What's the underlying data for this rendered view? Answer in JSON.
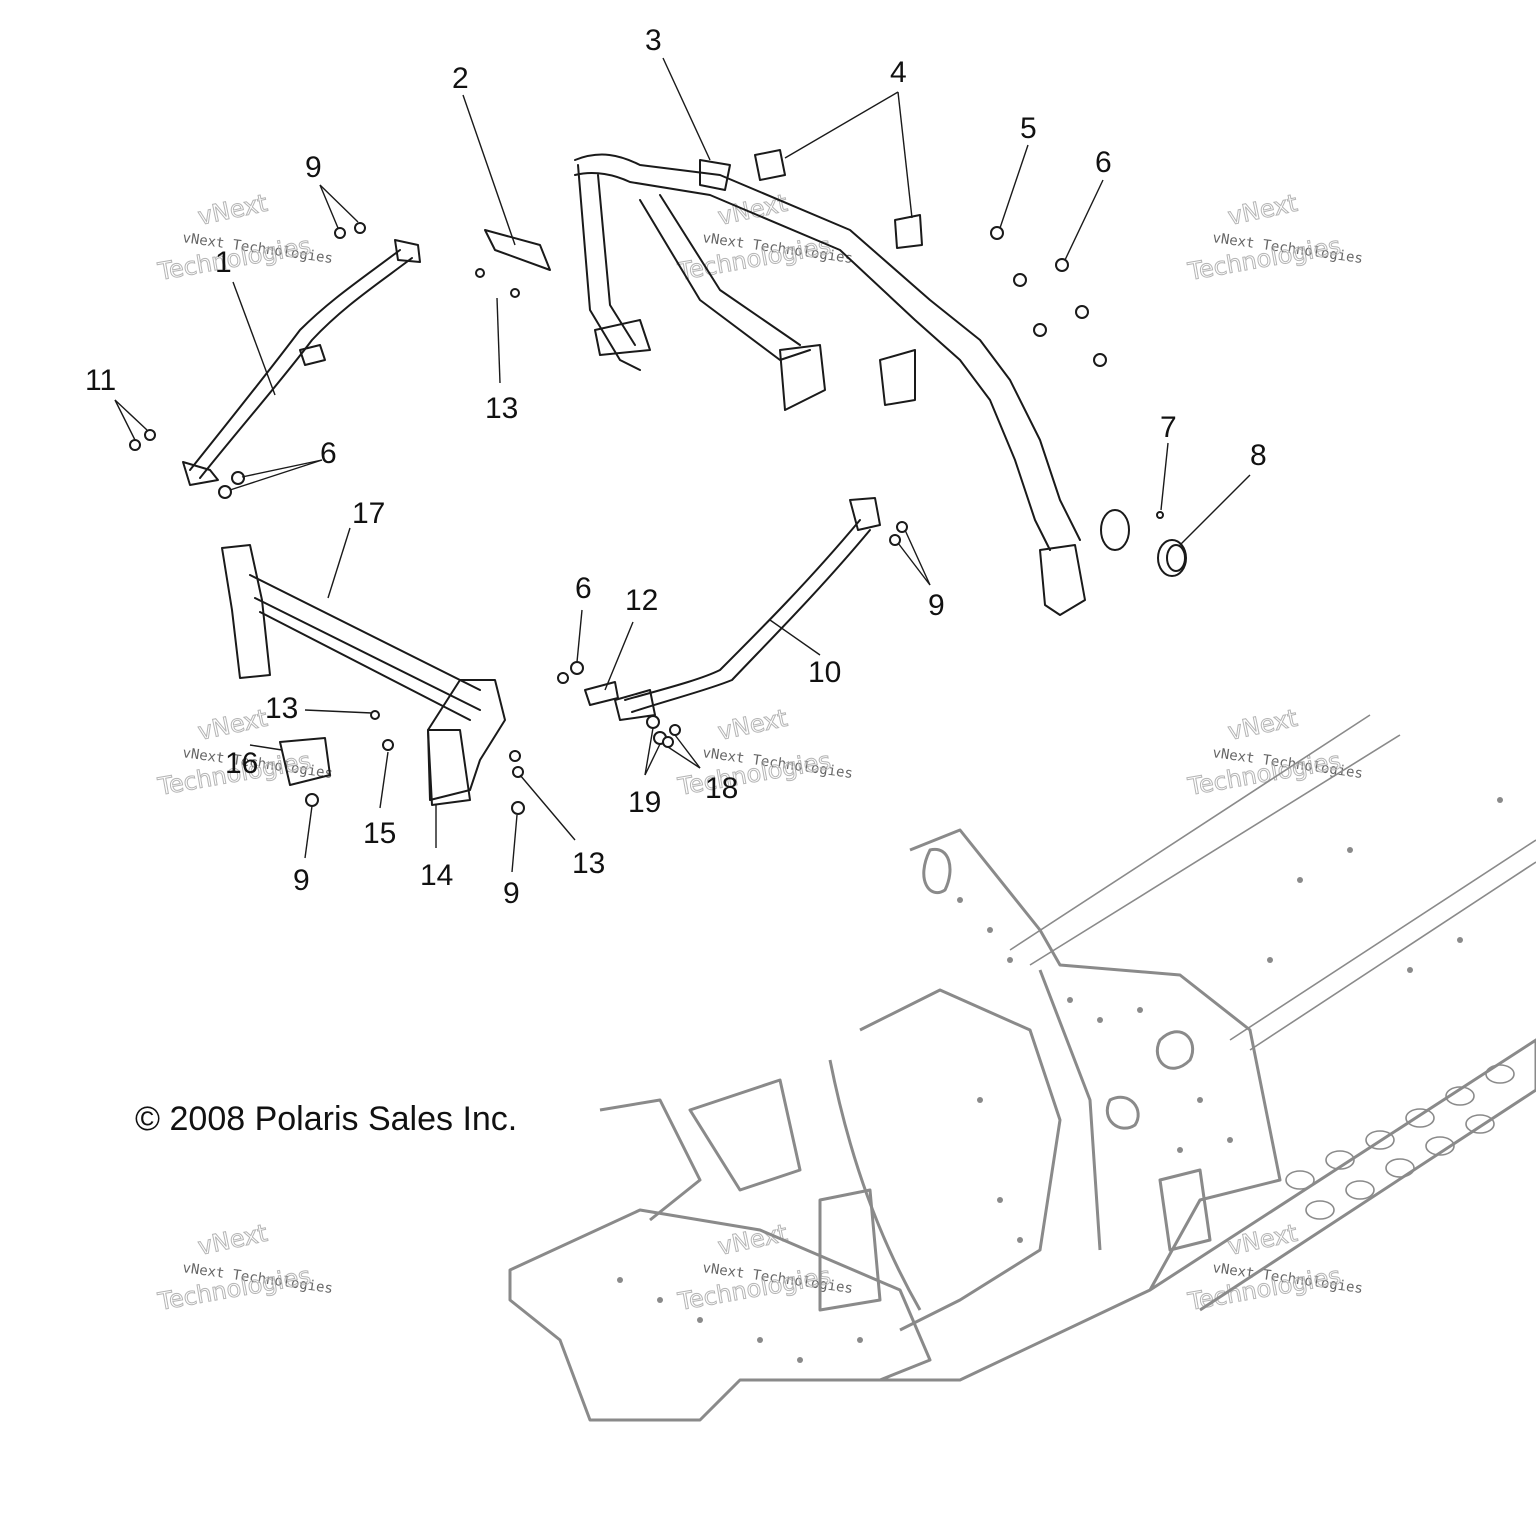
{
  "callouts": [
    {
      "id": "c1",
      "text": "1"
    },
    {
      "id": "c2",
      "text": "2"
    },
    {
      "id": "c3",
      "text": "3"
    },
    {
      "id": "c4",
      "text": "4"
    },
    {
      "id": "c5",
      "text": "5"
    },
    {
      "id": "c6a",
      "text": "6"
    },
    {
      "id": "c6b",
      "text": "6"
    },
    {
      "id": "c6c",
      "text": "6"
    },
    {
      "id": "c7",
      "text": "7"
    },
    {
      "id": "c8",
      "text": "8"
    },
    {
      "id": "c9a",
      "text": "9"
    },
    {
      "id": "c9b",
      "text": "9"
    },
    {
      "id": "c9c",
      "text": "9"
    },
    {
      "id": "c9d",
      "text": "9"
    },
    {
      "id": "c10",
      "text": "10"
    },
    {
      "id": "c11",
      "text": "11"
    },
    {
      "id": "c12",
      "text": "12"
    },
    {
      "id": "c13a",
      "text": "13"
    },
    {
      "id": "c13b",
      "text": "13"
    },
    {
      "id": "c13c",
      "text": "13"
    },
    {
      "id": "c14",
      "text": "14"
    },
    {
      "id": "c15",
      "text": "15"
    },
    {
      "id": "c16",
      "text": "16"
    },
    {
      "id": "c17",
      "text": "17"
    },
    {
      "id": "c18",
      "text": "18"
    },
    {
      "id": "c19",
      "text": "19"
    }
  ],
  "copyright": "© 2008 Polaris Sales Inc.",
  "watermark": {
    "line1": "vNext Technologies",
    "line2": "Technologies",
    "line3": "vNext"
  }
}
